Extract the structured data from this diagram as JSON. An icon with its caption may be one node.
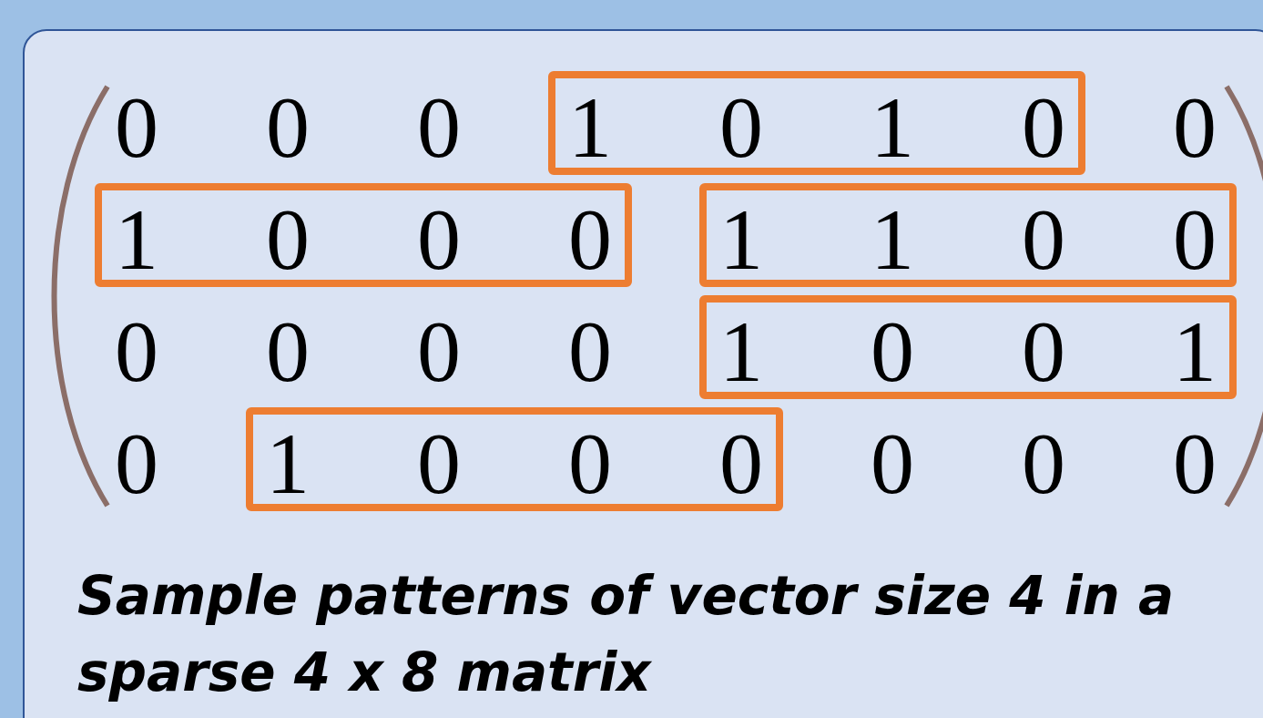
{
  "diagram": {
    "caption": "Sample patterns of vector size 4 in a sparse 4 x 8 matrix",
    "nodes": [
      {
        "text": [
          "1",
          "0",
          "1",
          "0"
        ]
      },
      {
        "text": [
          "1",
          "0",
          "0",
          "0"
        ]
      },
      {
        "text": [
          "1",
          "1",
          "0",
          "0"
        ]
      },
      {
        "text": [
          "1",
          "0",
          "0",
          "1"
        ]
      },
      {
        "text": [
          "1",
          "0",
          "0",
          "0"
        ]
      }
    ],
    "labels": [
      "0",
      "0",
      "0",
      "0",
      "0",
      "0",
      "0",
      "0",
      "0",
      "0",
      "0",
      "0"
    ]
  }
}
